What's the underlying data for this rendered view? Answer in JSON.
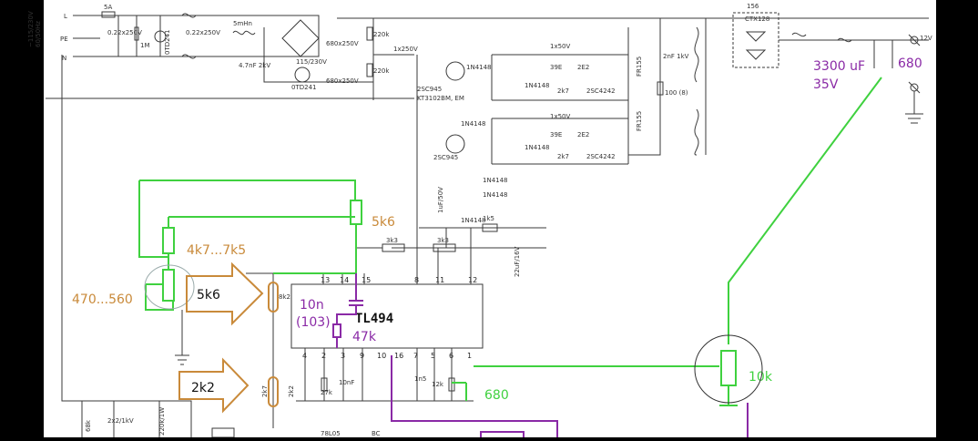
{
  "schematic": {
    "mains": {
      "l": "L",
      "pe": "PE",
      "n": "N",
      "voltage": "~115/230V",
      "freq": "60/50Hz"
    },
    "front_end": {
      "fuse": "5A",
      "c1": "0.22x250V",
      "r1": "1M",
      "ntc": "0TD241",
      "c2": "0.22x250V",
      "choke": "5mHn",
      "cy": "4.7nF 2kV",
      "switch": "115/230V",
      "ntc2": "0TD241",
      "c_bulk1": "680x250V",
      "c_bulk2": "680x250V",
      "r_top": "220k",
      "r_bot": "220k",
      "cx": "1x250V"
    },
    "drivers": {
      "q_top": "2SC945",
      "q_top_alt": "KT3102BM, EM",
      "d_top": "1N4148",
      "c_top": "1x50V",
      "r_top1": "39E",
      "r_top2": "2E2",
      "r_top3": "2k7",
      "q_out_top": "2SC4242",
      "fr_top": "FR155",
      "q_bot": "2SC945",
      "d_bot": "1N4148",
      "c_bot": "1x50V",
      "d_bot2": "1N4148",
      "r_bot1": "39E",
      "r_bot2": "2E2",
      "r_bot3": "2k7",
      "q_out_bot": "2SC4242",
      "fr_bot": "FR155",
      "snubber_c": "2nF 1kV",
      "snubber_r": "100 (8)"
    },
    "output": {
      "diode": "CTX128",
      "top_label": "156",
      "out_voltage": "12V"
    },
    "misc": {
      "d1": "1N4148",
      "d2": "1N4148",
      "d3": "1N4148",
      "r_1k5": "1k5",
      "r_3k3a": "3k3",
      "r_3k3b": "3k3",
      "cap_22": "22uF/16V",
      "cap_1u": "1uF/50V",
      "r_2k2": "2k2",
      "r_2k7": "2k7",
      "r_27k": "27k",
      "c_10nf": "10nF",
      "c_1n5": "1n5",
      "r_12k": "12k",
      "r_8k2": "8k2",
      "r_47k_pu": "47k",
      "r_68k": "68k",
      "c_2x2": "2x2/1kV",
      "r_220k1w": "220k/1W",
      "reg": "78L05",
      "p_label": "BC"
    }
  },
  "ic": {
    "name": "TL494",
    "pins_top": [
      "13",
      "14",
      "15",
      "8",
      "11",
      "12"
    ],
    "pins_bottom": [
      "4",
      "2",
      "3",
      "9",
      "10",
      "16",
      "7",
      "5",
      "6",
      "1"
    ]
  },
  "annotations": {
    "r_5k6_top": "5k6",
    "r_4k7": "4k7...7k5",
    "r_470": "470...560",
    "arrow_5k6": "5k6",
    "arrow_2k2": "2k2",
    "c_10n": "10n",
    "c_103": "(103)",
    "r_47k": "47k",
    "r_680_bottom": "680",
    "pot_10k": "10k",
    "cap_3300": "3300 uF",
    "cap_35v": "35V",
    "r_680_top": "680"
  },
  "colors": {
    "background": "#000000",
    "paper": "#ffffff",
    "green": "#3fd13f",
    "orange": "#c98a3a",
    "purple": "#8a2aa6",
    "ink": "#333333"
  }
}
